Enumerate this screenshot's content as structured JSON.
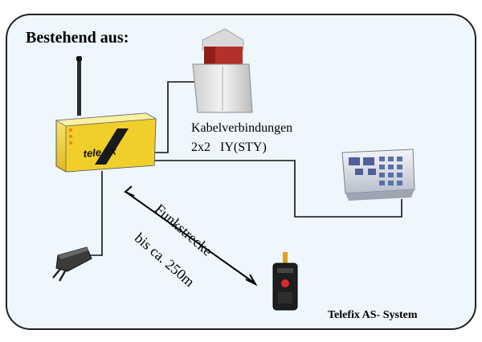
{
  "diagram": {
    "title": "Bestehend aus:",
    "cable_label_line1": "Kabelverbindungen",
    "cable_label_line2": "2x2   IY(STY)",
    "radio_label_line1": "Funkstrecke",
    "radio_label_line2": "bis ca. 250m",
    "device_brand": "tele fix",
    "caption": "Telefix AS- System"
  },
  "colors": {
    "panel_fill": "#eef7fd",
    "panel_border": "#222222",
    "device_yellow": "#f2d530",
    "siren_red": "#c0392b",
    "keypad_blue": "#5b6fa8"
  },
  "icons": [
    "antenna-icon",
    "siren-icon",
    "keypad-icon",
    "power-plug-icon",
    "remote-control-icon",
    "double-arrow-icon"
  ]
}
